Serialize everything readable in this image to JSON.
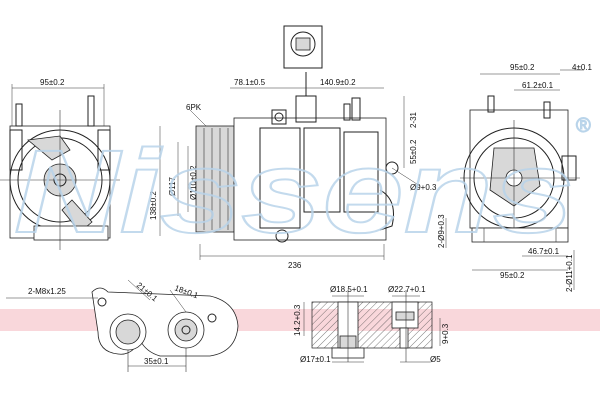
{
  "watermark": {
    "text": "Nissens",
    "registered_mark": "®",
    "color": "#b9d4ea"
  },
  "labels": {
    "front_top": "95±0.2",
    "side_top_a": "78.1±0.5",
    "side_top_b": "140.9±0.2",
    "groove": "6PK",
    "side_h1": "138±0.2",
    "side_h2": "Ø117",
    "side_h3": "Ø110±0.2",
    "side_r1": "2-31",
    "side_r2": "55±0.2",
    "side_r3": "Ø9+0.3",
    "side_bottom": "236",
    "rear_top_a": "95±0.2",
    "rear_top_b": "4±0.1",
    "rear_top_c": "61.2±0.1",
    "rear_r1": "2-Ø9+0.3",
    "rear_r2": "46.7±0.1",
    "rear_bottom": "95±0.2",
    "rear_r3": "2-Ø11+0.1",
    "port_thread": "2-M8x1.25",
    "port_a": "21±0.1",
    "port_b": "18±0.1",
    "port_bottom": "35±0.1",
    "sec_a": "Ø18.5+0.1",
    "sec_b": "Ø22.7+0.1",
    "sec_left": "14.2+0.3",
    "sec_right": "9+0.3",
    "sec_bl": "Ø17±0.1",
    "sec_br": "Ø5"
  },
  "colors": {
    "line": "#222222",
    "band": "#f7c6cc"
  }
}
